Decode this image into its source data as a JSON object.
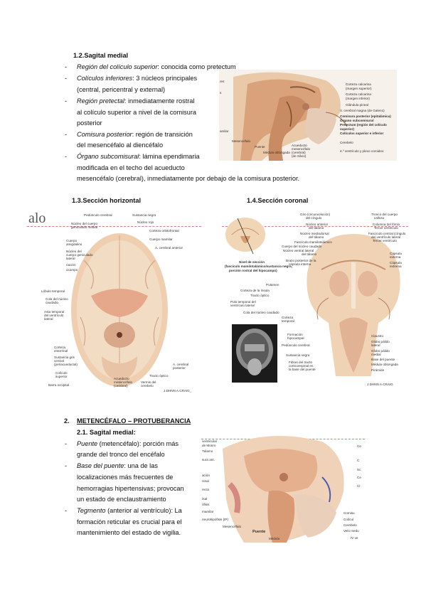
{
  "section12": {
    "title": "1.2.Sagital medial",
    "items": [
      {
        "term": "Región del colículo superior",
        "rest": ": conocida como pretectum"
      },
      {
        "term": "Colículos inferiores",
        "rest": ": 3 núcleos principales",
        "cont": [
          "(central, pericentral y external)"
        ]
      },
      {
        "term": "Región pretectal",
        "rest": ": inmediatamente rostral",
        "cont": [
          "al colículo superior a nivel de la comisura",
          "posterior"
        ]
      },
      {
        "term": "Comisura posterior",
        "rest": ": región de transición",
        "cont": [
          "del mesencéfalo al diencéfalo"
        ]
      },
      {
        "term": "Órgano subcomisural",
        "rest": ": lámina ependimaria",
        "cont": [
          "modificada en el techo del acueducto",
          "mesencéfalo (cerebral), inmediatamente por debajo de la comisura posterior."
        ]
      }
    ],
    "figure_labels_left": [
      "res",
      "s",
      "amilar",
      "Mesencéfalo",
      "Puente",
      "Médula oblongada"
    ],
    "figure_labels_right": [
      "Corteza calcarina",
      "(margen superior)",
      "Corteza calcarina",
      "(margen inferior)",
      "Glándula pineal",
      "V. cerebral magna (de Galeno)",
      "Comisura posterior (epitalámica)",
      "Órgano subcomisural",
      "Pretectum (región del colículo",
      "superior)",
      "Colículos superior e inferior",
      "Cerebelo",
      "4.º ventrículo y plexo coroideo"
    ],
    "figure_labels_bottom": [
      "Acueducto",
      "mesencéfalo",
      "(cerebral)",
      "(de Silvio)"
    ]
  },
  "section13": {
    "title": "1.3.Sección horizontal",
    "corner_text": "alo",
    "labels_left": [
      "Pedúnculo cerebral",
      "Núcleo del cuerpo",
      "geniculado medial",
      "Cuerpo",
      "amigdalino",
      "Núcleo del",
      "cuerpo geniculado",
      "lateral",
      "nación",
      "ocampo",
      "Lóbulo temporal",
      "Cola del núcleo",
      "caudado",
      "Asta temporal",
      "del ventrículo",
      "lateral",
      "Corteza",
      "entorrinal",
      "Sustancia gris",
      "central",
      "(periacueductal)",
      "Colículo",
      "superior",
      "Barra occipital"
    ],
    "labels_right": [
      "Sustancia negra",
      "Núcleo rojo",
      "Corteza orbitofrontal",
      "Cuerpo mamilar",
      "A. cerebral anterior",
      "A. cerebral",
      "posterior",
      "Tracto óptico",
      "Vermis del",
      "cerebelo"
    ],
    "labels_bottom": [
      "Acueducto",
      "mesencéfalo",
      "(cerebral)"
    ],
    "credit": "J.DHNN A.CRAIG_"
  },
  "section14": {
    "title": "1.4.Sección coronal",
    "labels_left": [
      "Giro (circunvolución)",
      "del cíngulo",
      "Núcleo anterior",
      "del tálamo",
      "Núcleo mediodorsal",
      "del tálamo",
      "Fascículo mamilotalámico",
      "Cuerpo del núcleo caudado",
      "Núcleo ventral lateral",
      "del tálamo",
      "Brazo posterior de la",
      "cápsula interna",
      "Putamen",
      "Corteza de la ínsula",
      "Tracto óptico",
      "Polo temporal del",
      "ventrículo lateral",
      "Cola del núcleo caudado",
      "Corteza",
      "temporal",
      "Formación",
      "hipocampal",
      "Pedúnculo cerebral",
      "Sustancia negra",
      "Fibras del tracto",
      "corticoespinal en",
      "la base del puente"
    ],
    "labels_right": [
      "Tronco del cuerpo",
      "calloso",
      "Columna del fórnix",
      "Tercer ventrículo",
      "Fascículo central (cíngulo",
      "del ventrículo lateral",
      "Tercer ventrículo",
      "Cápsula",
      "externa",
      "Cápsula",
      "extrema",
      "Claustro",
      "Globo pálido",
      "lateral",
      "Globo pálido",
      "medial",
      "Base del puente",
      "Médula oblongada",
      "Pirámide"
    ],
    "inset_caption": [
      "Nivel de sección",
      "(fascículo mamilotalámico/sustancia negra,",
      "porción rostral del hipocampo)"
    ],
    "credit": "J.DHNN A.CRAIG"
  },
  "section2": {
    "number": "2.",
    "title": "METENCÉFALO – PROTUBERANCIA",
    "subtitle": "2.1. Sagital medial:",
    "items": [
      {
        "term": "Puente",
        "rest": " (metencéfalo): porción más",
        "cont": [
          "grande del tronco del encéfalo"
        ]
      },
      {
        "term": "Base del puente",
        "rest": ": una de las",
        "cont": [
          "localizaciones más frecuentes de",
          "hemorragias hipertensivas; provocan",
          "un estado de enclaustramiento"
        ]
      },
      {
        "term": "Tegmento",
        "rest": " (anterior al ventrículo): La",
        "cont": [
          "formación reticular es crucial para el",
          "mantenimiento del estado de vigilia."
        ]
      }
    ],
    "figure_labels_left": [
      "ventricular",
      "de Monro",
      "Tálamo",
      "sura ant.",
      "ación",
      "ninal",
      "recto",
      "ísal",
      "ófisis",
      "mamilar",
      "neurohipófisis (IP)",
      "Mesencéfalo"
    ],
    "figure_labels_right": [
      "Ce",
      "C",
      "Sc",
      "Ce",
      "Cl",
      "Comisu",
      "Colícul",
      "Cerebelo",
      "Velo medu",
      "IV ve"
    ],
    "figure_labels_bottom": [
      "Puente",
      "Médula"
    ]
  }
}
